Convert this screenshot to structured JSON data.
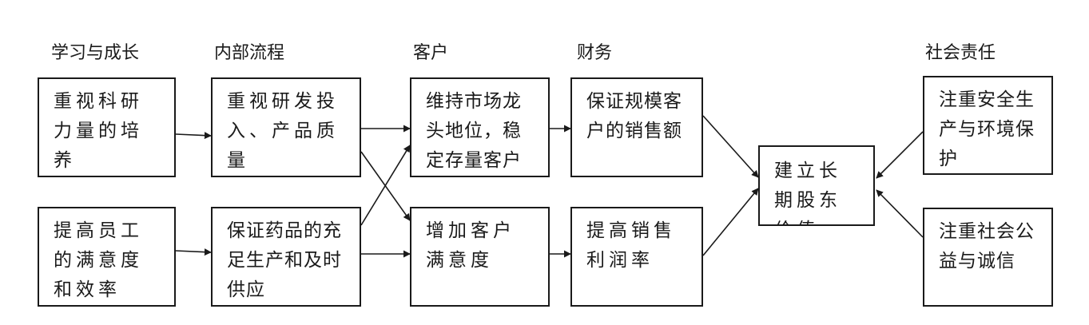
{
  "headers": {
    "learning": "学习与成长",
    "internal": "内部流程",
    "customer": "客户",
    "finance": "财务",
    "social": "社会责任"
  },
  "boxes": {
    "research_training": "重视科研力量的培养",
    "employee_satisfaction": "提高员工的满意度和效率",
    "rd_investment": "重视研发投入、产品质量",
    "drug_supply": "保证药品的充足生产和及时供应",
    "market_leader": "维持市场龙头地位，稳定存量客户",
    "customer_satisfaction": "增加客户满意度",
    "sales_volume": "保证规模客户的销售额",
    "profit_margin": "提高销售利润率",
    "shareholder_value": "建立长期股东价值",
    "safety_environment": "注重安全生产与环境保护",
    "social_welfare": "注重社会公益与诚信"
  },
  "edges": [
    [
      "research_training",
      "rd_investment"
    ],
    [
      "employee_satisfaction",
      "drug_supply"
    ],
    [
      "rd_investment",
      "market_leader"
    ],
    [
      "rd_investment",
      "customer_satisfaction"
    ],
    [
      "drug_supply",
      "market_leader"
    ],
    [
      "drug_supply",
      "customer_satisfaction"
    ],
    [
      "market_leader",
      "sales_volume"
    ],
    [
      "customer_satisfaction",
      "profit_margin"
    ],
    [
      "sales_volume",
      "shareholder_value"
    ],
    [
      "profit_margin",
      "shareholder_value"
    ],
    [
      "safety_environment",
      "shareholder_value"
    ],
    [
      "social_welfare",
      "shareholder_value"
    ]
  ],
  "colors": {
    "stroke": "#1a1a1a"
  }
}
